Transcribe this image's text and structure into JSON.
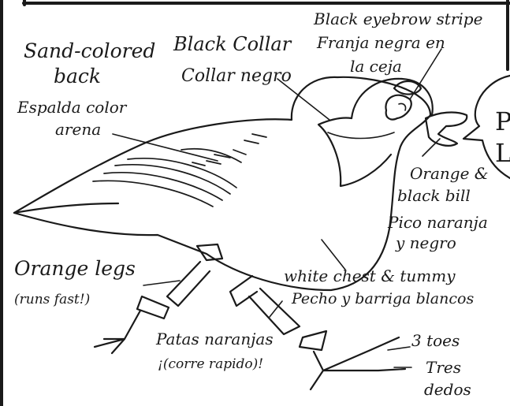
{
  "labels": {
    "back_en": [
      "Sand-colored",
      "back"
    ],
    "back_es": [
      "Espalda color",
      "arena"
    ],
    "collar_en": "Black Collar",
    "collar_es": "Collar negro",
    "eyebrow_en": "Black eyebrow stripe",
    "eyebrow_es": [
      "Franja negra en",
      "la ceja"
    ],
    "bill_en": [
      "Orange &",
      "black bill"
    ],
    "bill_es": [
      "Pico naranja",
      "y negro"
    ],
    "legs_en": "Orange legs",
    "legs_note_en": "(runs fast!)",
    "chest_en": "white chest & tummy",
    "chest_es": "Pecho y barriga blancos",
    "legs_es": "Patas naranjas",
    "legs_note_es": "¡(corre rapido)!",
    "toes_en": "3 toes",
    "toes_es": [
      "Tres",
      "dedos"
    ],
    "bubble_partial": [
      "P",
      "L"
    ]
  },
  "colors": {
    "ink": "#1a1a1a",
    "paper": "#ffffff"
  }
}
